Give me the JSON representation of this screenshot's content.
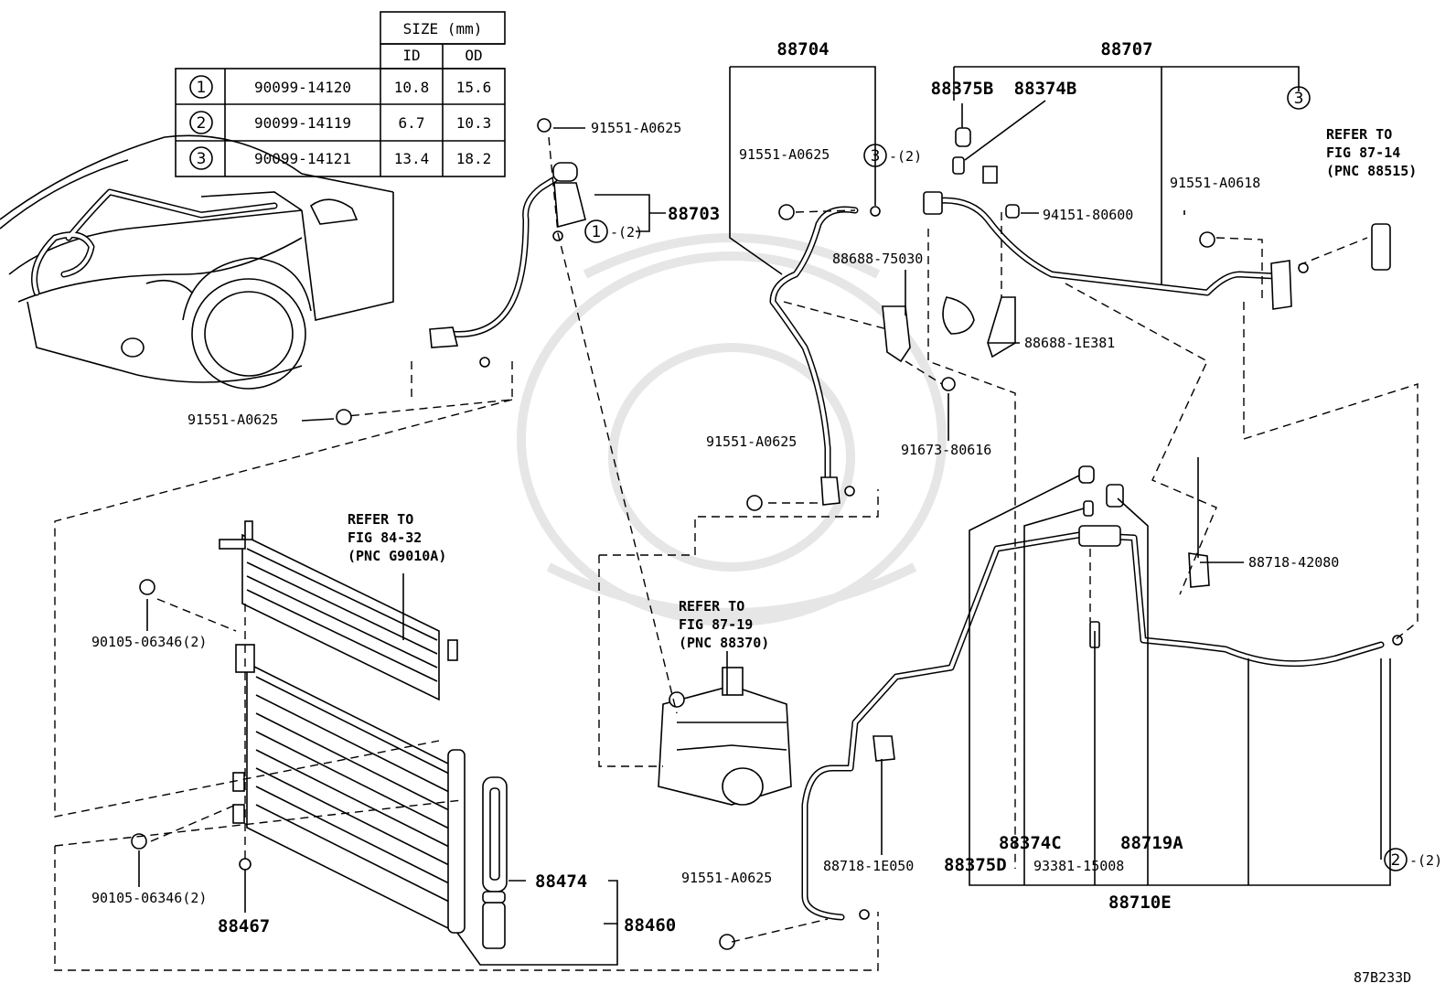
{
  "table": {
    "header_size": "SIZE (mm)",
    "col_id": "ID",
    "col_od": "OD",
    "rows": [
      {
        "num": "1",
        "part": "90099-14120",
        "id": "10.8",
        "od": "15.6"
      },
      {
        "num": "2",
        "part": "90099-14119",
        "id": "6.7",
        "od": "10.3"
      },
      {
        "num": "3",
        "part": "90099-14121",
        "id": "13.4",
        "od": "18.2"
      }
    ]
  },
  "labels": {
    "p88704": "88704",
    "p88707": "88707",
    "p88375b": "88375B",
    "p88374b": "88374B",
    "p91551_a0625_top": "91551-A0625",
    "p91551_a0625_mid": "91551-A0625",
    "p91551_a0625_left": "91551-A0625",
    "p91551_a0625_center": "91551-A0625",
    "p91551_a0625_bottom": "91551-A0625",
    "p91551_a0618": "91551-A0618",
    "p88703": "88703",
    "p94151_80600": "94151-80600",
    "p88688_75030": "88688-75030",
    "p88688_1e381": "88688-1E381",
    "p91673_80616": "91673-80616",
    "p88718_42080": "88718-42080",
    "p90105_06346_a": "90105-06346(2)",
    "p90105_06346_b": "90105-06346(2)",
    "p88467": "88467",
    "p88474": "88474",
    "p88460": "88460",
    "p88718_1e050": "88718-1E050",
    "p88375d": "88375D",
    "p88374c": "88374C",
    "p88719a": "88719A",
    "p93381_15008": "93381-15008",
    "p88710e": "88710E",
    "circle_1": "1",
    "circle_2": "2",
    "circle_3": "3",
    "qty_2": "-(2)",
    "footer_code": "87B233D"
  },
  "refs": {
    "refer_to": "REFER TO",
    "fig_87_14": "FIG 87-14",
    "pnc_88515": "(PNC 88515)",
    "fig_84_32": "FIG 84-32",
    "pnc_g9010a": "(PNC G9010A)",
    "fig_87_19": "FIG 87-19",
    "pnc_88370": "(PNC 88370)"
  }
}
